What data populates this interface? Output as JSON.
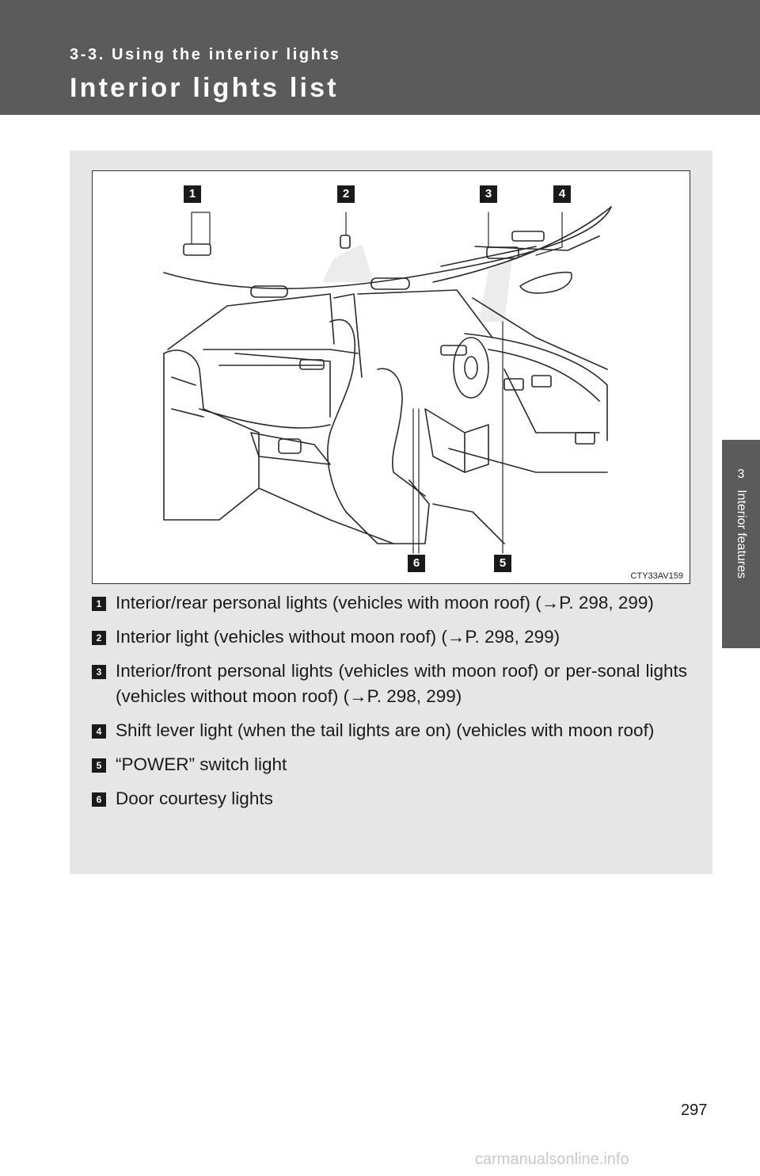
{
  "header": {
    "section": "3-3. Using the interior lights",
    "title": "Interior lights list"
  },
  "side_tab": {
    "number": "3",
    "label": "Interior features"
  },
  "figure": {
    "code": "CTY33AV159",
    "callouts": [
      "1",
      "2",
      "3",
      "4",
      "6",
      "5"
    ]
  },
  "items": [
    {
      "num": "1",
      "text": "Interior/rear personal lights (vehicles with moon roof) (→P. 298, 299)"
    },
    {
      "num": "2",
      "text": "Interior light (vehicles without moon roof) (→P. 298, 299)"
    },
    {
      "num": "3",
      "text": "Interior/front personal lights (vehicles with moon roof) or per-sonal lights (vehicles without moon roof) (→P. 298, 299)"
    },
    {
      "num": "4",
      "text": "Shift lever light (when the tail lights are on) (vehicles with moon roof)"
    },
    {
      "num": "5",
      "text": "“POWER” switch light"
    },
    {
      "num": "6",
      "text": "Door courtesy lights"
    }
  ],
  "page_number": "297",
  "watermark": "carmanualsonline.info"
}
